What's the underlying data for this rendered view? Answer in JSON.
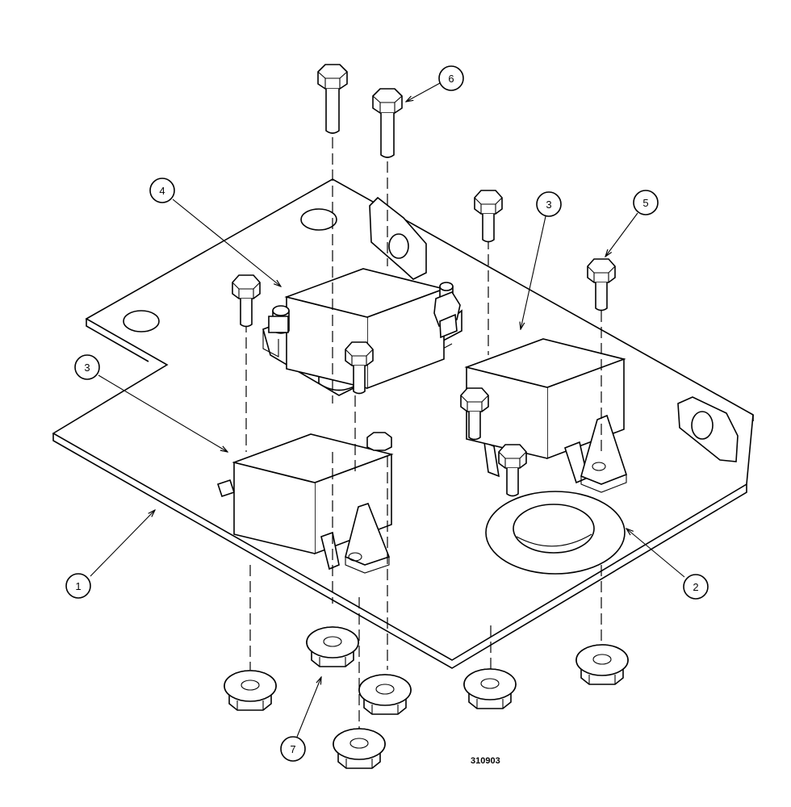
{
  "diagram": {
    "callouts": [
      {
        "id": "1",
        "label": "1"
      },
      {
        "id": "2",
        "label": "2"
      },
      {
        "id": "3a",
        "label": "3"
      },
      {
        "id": "3b",
        "label": "3"
      },
      {
        "id": "4",
        "label": "4"
      },
      {
        "id": "5",
        "label": "5"
      },
      {
        "id": "6",
        "label": "6"
      },
      {
        "id": "7",
        "label": "7"
      }
    ],
    "figure_number": "310903"
  }
}
